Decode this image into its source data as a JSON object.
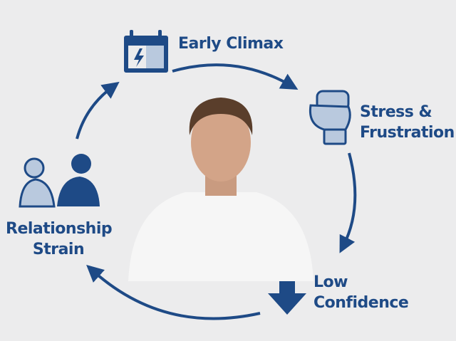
{
  "colors": {
    "primary": "#1e4a86",
    "light": "#b9c9de",
    "background": "#ececed"
  },
  "stages": [
    {
      "label_line1": "Early Climax",
      "label_line2": "",
      "icon": "calendar-lightning-icon"
    },
    {
      "label_line1": "Stress &",
      "label_line2": "Frustration",
      "icon": "clenched-fist-icon"
    },
    {
      "label_line1": "Low",
      "label_line2": "Confidence",
      "icon": "down-arrow-icon"
    },
    {
      "label_line1": "Relationship",
      "label_line2": "Strain",
      "icon": "couple-turned-away-icon"
    }
  ]
}
